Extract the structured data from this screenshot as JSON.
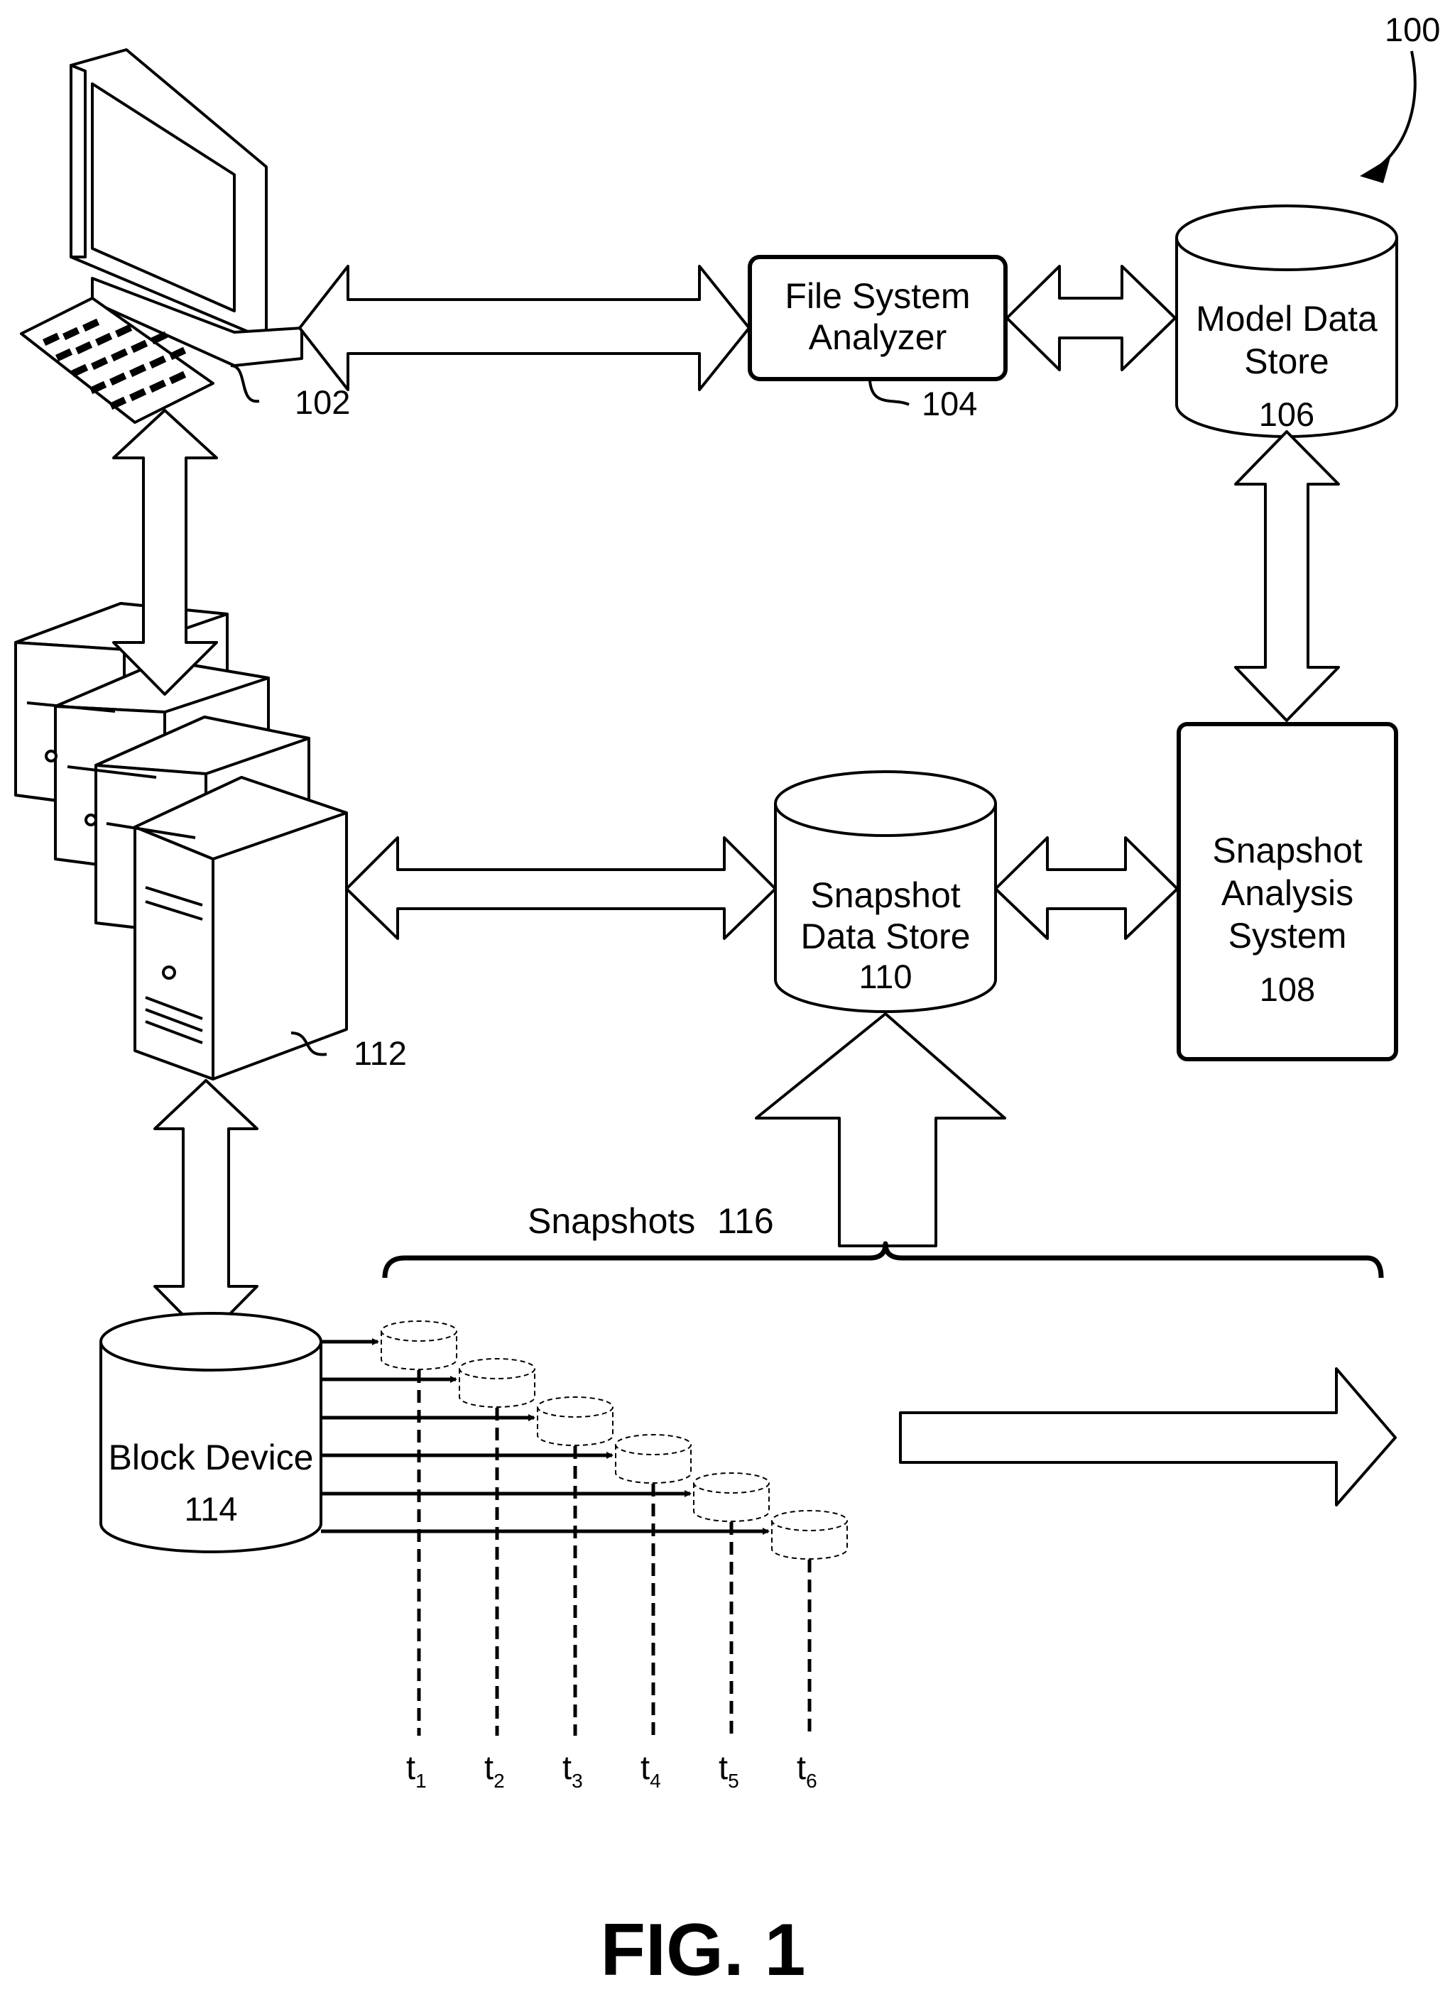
{
  "figure": {
    "ref_system": "100",
    "fig_label": "FIG. 1"
  },
  "computer": {
    "ref": "102"
  },
  "file_system_analyzer": {
    "line1": "File System",
    "line2": "Analyzer",
    "ref": "104"
  },
  "model_data_store": {
    "line1": "Model Data",
    "line2": "Store",
    "ref": "106"
  },
  "snapshot_analysis_system": {
    "line1": "Snapshot",
    "line2": "Analysis",
    "line3": "System",
    "ref": "108"
  },
  "snapshot_data_store": {
    "line1": "Snapshot",
    "line2": "Data Store",
    "ref": "110"
  },
  "servers": {
    "ref": "112"
  },
  "block_device": {
    "line1": "Block Device",
    "ref": "114"
  },
  "snapshots": {
    "label": "Snapshots",
    "ref": "116"
  },
  "timeline": [
    {
      "t": "t",
      "sub": "1"
    },
    {
      "t": "t",
      "sub": "2"
    },
    {
      "t": "t",
      "sub": "3"
    },
    {
      "t": "t",
      "sub": "4"
    },
    {
      "t": "t",
      "sub": "5"
    },
    {
      "t": "t",
      "sub": "6"
    }
  ]
}
